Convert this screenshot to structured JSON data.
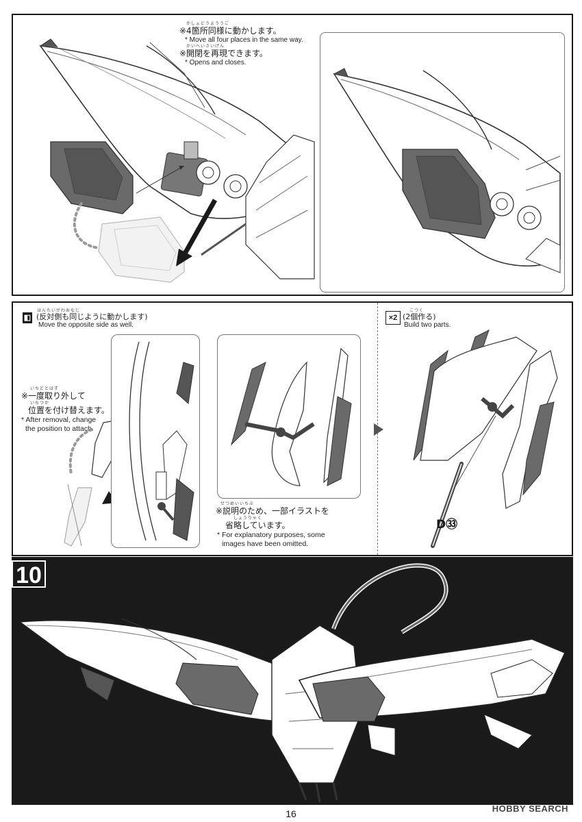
{
  "top": {
    "note1_ruby": "かしょどうよううご",
    "note1_jp": "※4箇所同様に動かします。",
    "note1_en": "* Move all four places in the same way.",
    "note2_ruby": "かいへいさいげん",
    "note2_jp": "※開閉を再現できます。",
    "note2_en": "* Opens and closes."
  },
  "middle": {
    "opposite_ruby": "はんたいがわおなじ",
    "opposite_jp": "(反対側も同じように動かします)",
    "opposite_en": "Move the opposite side as well.",
    "remove_ruby1": "いちどとはず",
    "remove_jp1": "※一度取り外して",
    "remove_ruby2": "いちつか",
    "remove_jp2": "位置を付け替えます。",
    "remove_en1": "* After removal, change",
    "remove_en2": "the position to attach.",
    "omit_ruby1": "せつめいいちぶ",
    "omit_jp1": "※説明のため、一部イラストを",
    "omit_ruby2": "しょうりゃく",
    "omit_jp2": "省略しています。",
    "omit_en1": "* For explanatory purposes, some",
    "omit_en2": "images have been omitted.",
    "build_badge": "×2",
    "build_ruby": "こつく",
    "build_jp": "(2個作る)",
    "build_en": "Build two parts.",
    "part_label": "D㉝"
  },
  "step10": {
    "number": "10"
  },
  "footer": {
    "page_number": "16",
    "watermark": "HOBBY SEARCH"
  }
}
